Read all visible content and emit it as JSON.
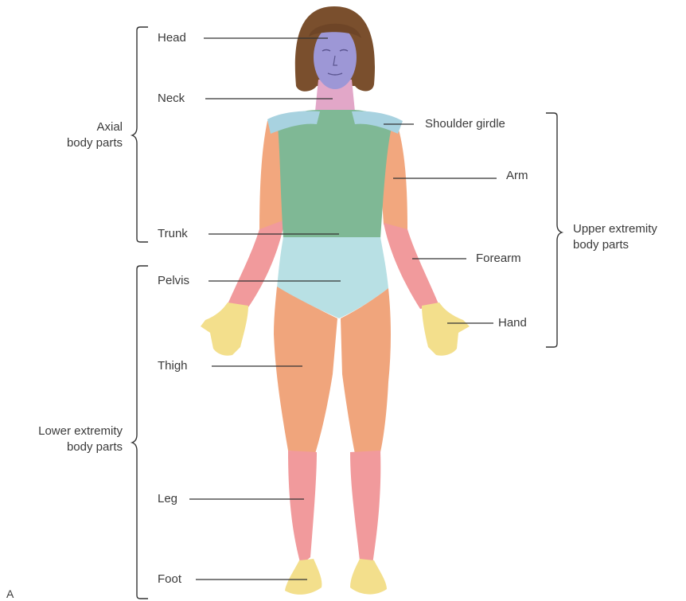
{
  "labels": {
    "head": "Head",
    "neck": "Neck",
    "trunk": "Trunk",
    "pelvis": "Pelvis",
    "thigh": "Thigh",
    "leg": "Leg",
    "foot": "Foot",
    "shoulder_girdle": "Shoulder girdle",
    "arm": "Arm",
    "forearm": "Forearm",
    "hand": "Hand"
  },
  "groups": {
    "axial": [
      "Axial",
      "body parts"
    ],
    "upper": [
      "Upper extremity",
      "body parts"
    ],
    "lower": [
      "Lower extremity",
      "body parts"
    ]
  },
  "panel_letter": "A",
  "colors": {
    "axial_green": "#7fb895",
    "shoulder_blue": "#a8d2e0",
    "pelvis_blue": "#b8e0e4",
    "upper_arm_orange": "#f2a77e",
    "forearm_pink": "#f19a9c",
    "hand_yellow": "#f3df8c",
    "thigh_orange": "#f0a57c",
    "leg_pink": "#f19a9c",
    "foot_yellow": "#f3df8c",
    "face_purple": "#9d97d6",
    "neck_pink": "#e2a7c8",
    "hair_brown": "#7a4f2d",
    "leader_line": "#333333"
  }
}
